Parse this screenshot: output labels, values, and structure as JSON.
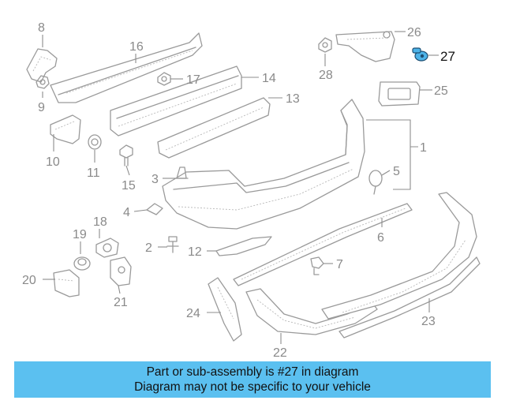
{
  "callouts": {
    "c1": "1",
    "c2": "2",
    "c3": "3",
    "c4": "4",
    "c5": "5",
    "c6": "6",
    "c7": "7",
    "c8": "8",
    "c9": "9",
    "c10": "10",
    "c11": "11",
    "c12": "12",
    "c13": "13",
    "c14": "14",
    "c15": "15",
    "c16": "16",
    "c17": "17",
    "c18": "18",
    "c19": "19",
    "c20": "20",
    "c21": "21",
    "c22": "22",
    "c23": "23",
    "c24": "24",
    "c25": "25",
    "c26": "26",
    "c27": "27",
    "c28": "28"
  },
  "highlighted_part": "27",
  "colors": {
    "banner": "#5bc0f0",
    "highlight": "#4db3e8",
    "line": "#9a9a9a"
  },
  "banner": {
    "line1": "Part or sub-assembly is #27 in diagram",
    "line2": "Diagram may not be specific to your vehicle"
  }
}
